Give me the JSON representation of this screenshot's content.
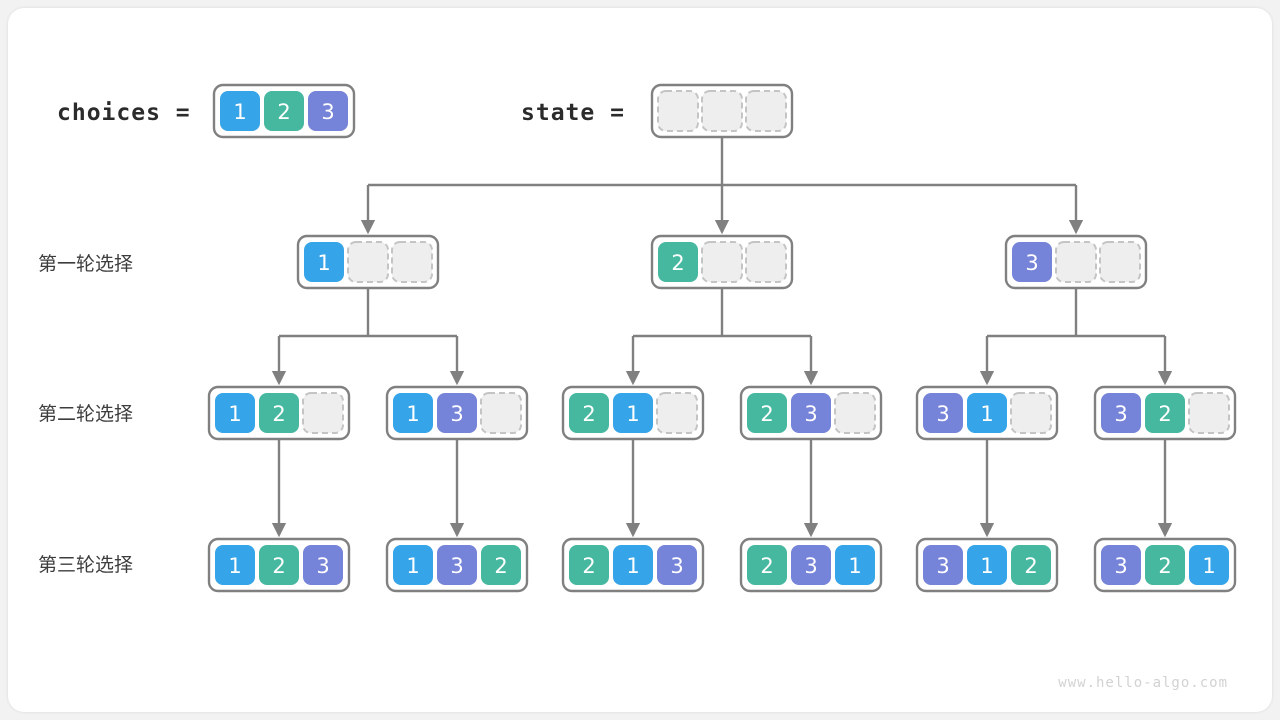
{
  "page": {
    "background": "#f2f2f2",
    "card_background": "#ffffff",
    "watermark": "www.hello-algo.com"
  },
  "palette": {
    "value_1": "#36a4e8",
    "value_2": "#47b8a0",
    "value_3": "#7583d9",
    "empty_fill": "#eeeeee",
    "empty_border": "#c4c4c4",
    "frame_border": "#808080",
    "connector": "#808080",
    "text_dark": "#2b2b2b",
    "label_gray": "#3d3d3d",
    "watermark_gray": "#d2d2d2"
  },
  "header": {
    "choices_label": "choices =",
    "choices_values": [
      "1",
      "2",
      "3"
    ],
    "state_label": "state =",
    "state_values": [
      "",
      "",
      ""
    ]
  },
  "row_labels": [
    "第一轮选择",
    "第二轮选择",
    "第三轮选择"
  ],
  "levels": [
    {
      "name": "level-1",
      "label": "第一轮选择",
      "nodes": [
        {
          "cells": [
            "1",
            "",
            ""
          ]
        },
        {
          "cells": [
            "2",
            "",
            ""
          ]
        },
        {
          "cells": [
            "3",
            "",
            ""
          ]
        }
      ]
    },
    {
      "name": "level-2",
      "label": "第二轮选择",
      "nodes": [
        {
          "cells": [
            "1",
            "2",
            ""
          ]
        },
        {
          "cells": [
            "1",
            "3",
            ""
          ]
        },
        {
          "cells": [
            "2",
            "1",
            ""
          ]
        },
        {
          "cells": [
            "2",
            "3",
            ""
          ]
        },
        {
          "cells": [
            "3",
            "1",
            ""
          ]
        },
        {
          "cells": [
            "3",
            "2",
            ""
          ]
        }
      ]
    },
    {
      "name": "level-3",
      "label": "第三轮选择",
      "nodes": [
        {
          "cells": [
            "1",
            "2",
            "3"
          ]
        },
        {
          "cells": [
            "1",
            "3",
            "2"
          ]
        },
        {
          "cells": [
            "2",
            "1",
            "3"
          ]
        },
        {
          "cells": [
            "2",
            "3",
            "1"
          ]
        },
        {
          "cells": [
            "3",
            "1",
            "2"
          ]
        },
        {
          "cells": [
            "3",
            "2",
            "1"
          ]
        }
      ]
    }
  ]
}
